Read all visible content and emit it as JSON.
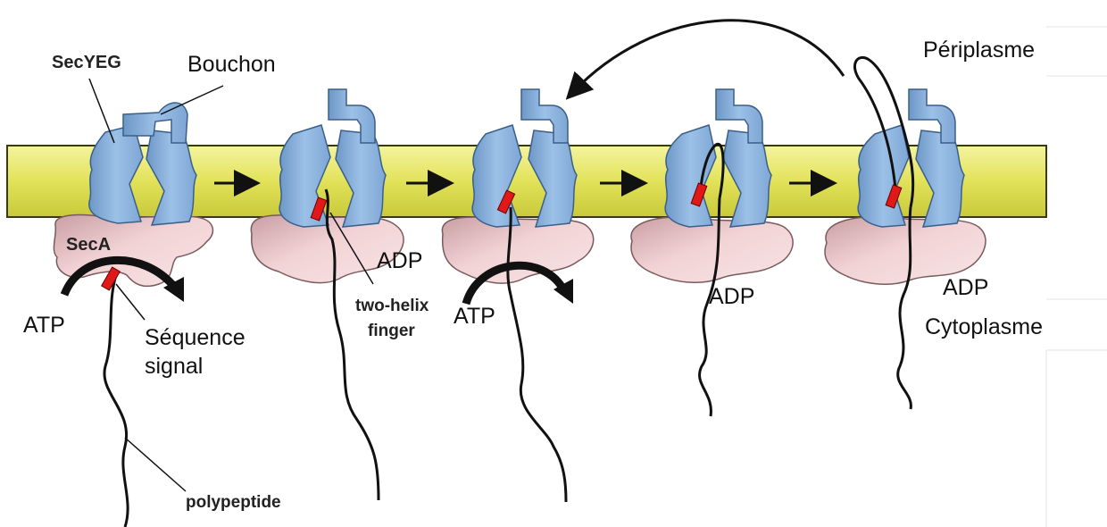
{
  "labels": {
    "secyeg": "SecYEG",
    "bouchon": "Bouchon",
    "periplasme": "Périplasme",
    "seca": "SecA",
    "atp_1": "ATP",
    "sequence_line1": "Séquence",
    "sequence_line2": "signal",
    "polypeptide": "polypeptide",
    "adp_2": "ADP",
    "finger_line1": "two-helix",
    "finger_line2": "finger",
    "atp_3": "ATP",
    "adp_4": "ADP",
    "adp_5": "ADP",
    "cytoplasme": "Cytoplasme"
  },
  "colors": {
    "membrane": "#e8e86a",
    "membrane_edge": "#3a3a10",
    "secyeg": "#8fb6df",
    "secyeg_edge": "#3a5f8a",
    "seca": "#e9c3c6",
    "seca_edge": "#7a5a5e",
    "signal": "#e01818"
  },
  "stages": 5
}
